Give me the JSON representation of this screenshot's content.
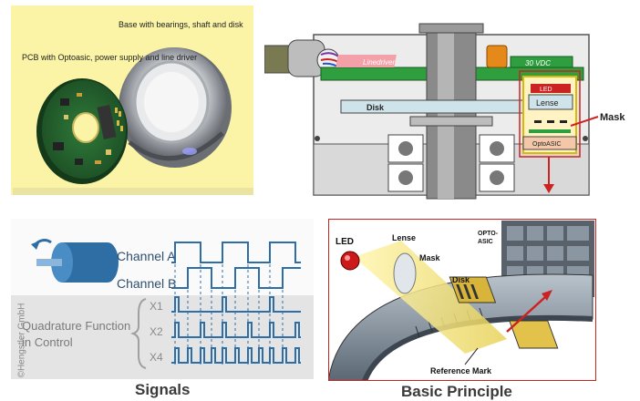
{
  "photo": {
    "base_label": "Base with bearings, shaft and disk",
    "pcb_label": "PCB with Optoasic, power supply and line driver"
  },
  "cross_section": {
    "linedriver": "Linedriver",
    "vdc": "30 VDC",
    "led": "LED",
    "lense": "Lense",
    "disk": "Disk",
    "mask": "Mask",
    "optoasic": "OptoASIC"
  },
  "signals": {
    "channel_a": "Channel A",
    "channel_b": "Channel B",
    "x1": "X1",
    "x2": "X2",
    "x4": "X4",
    "quadrature_line1": "Quadrature Function",
    "quadrature_line2": "in Control",
    "caption": "Signals"
  },
  "principle": {
    "led": "LED",
    "lense": "Lense",
    "mask": "Mask",
    "disk": "Disk",
    "opto_asic_line1": "OPTO-",
    "opto_asic_line2": "ASIC",
    "reference_mark": "Reference Mark",
    "caption": "Basic Principle"
  },
  "copyright": "©Hengstler GmbH",
  "colors": {
    "yellow_panel": "#fbf4a6",
    "signal_blue": "#2f6ea5",
    "red_frame": "#cc2222"
  }
}
